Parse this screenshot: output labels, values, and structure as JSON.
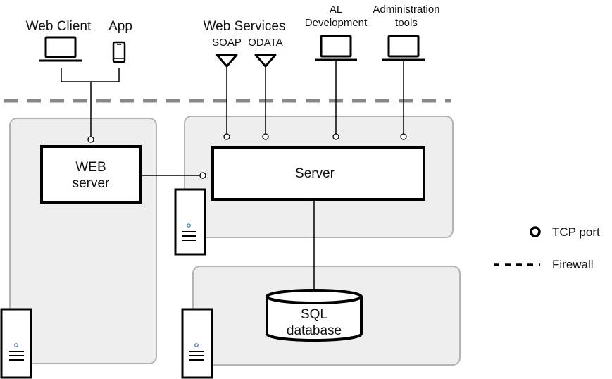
{
  "clients": {
    "web_client": "Web Client",
    "app": "App",
    "web_services": "Web Services",
    "soap": "SOAP",
    "odata": "ODATA",
    "al_development_line1": "AL",
    "al_development_line2": "Development",
    "admin_tools_line1": "Administration",
    "admin_tools_line2": "tools"
  },
  "nodes": {
    "web_server_line1": "WEB",
    "web_server_line2": "server",
    "server": "Server",
    "sql_line1": "SQL",
    "sql_line2": "database"
  },
  "legend": {
    "tcp_port": "TCP port",
    "firewall": "Firewall"
  },
  "colors": {
    "zone_fill": "#eeeeee",
    "zone_stroke": "#b3b3b3",
    "firewall": "#888888",
    "line": "#000000",
    "port_dot": "#3a6ea5"
  },
  "icons": [
    "laptop-icon",
    "phone-icon",
    "antenna-icon",
    "server-tower-icon",
    "database-cylinder-icon",
    "tcp-port-icon"
  ]
}
